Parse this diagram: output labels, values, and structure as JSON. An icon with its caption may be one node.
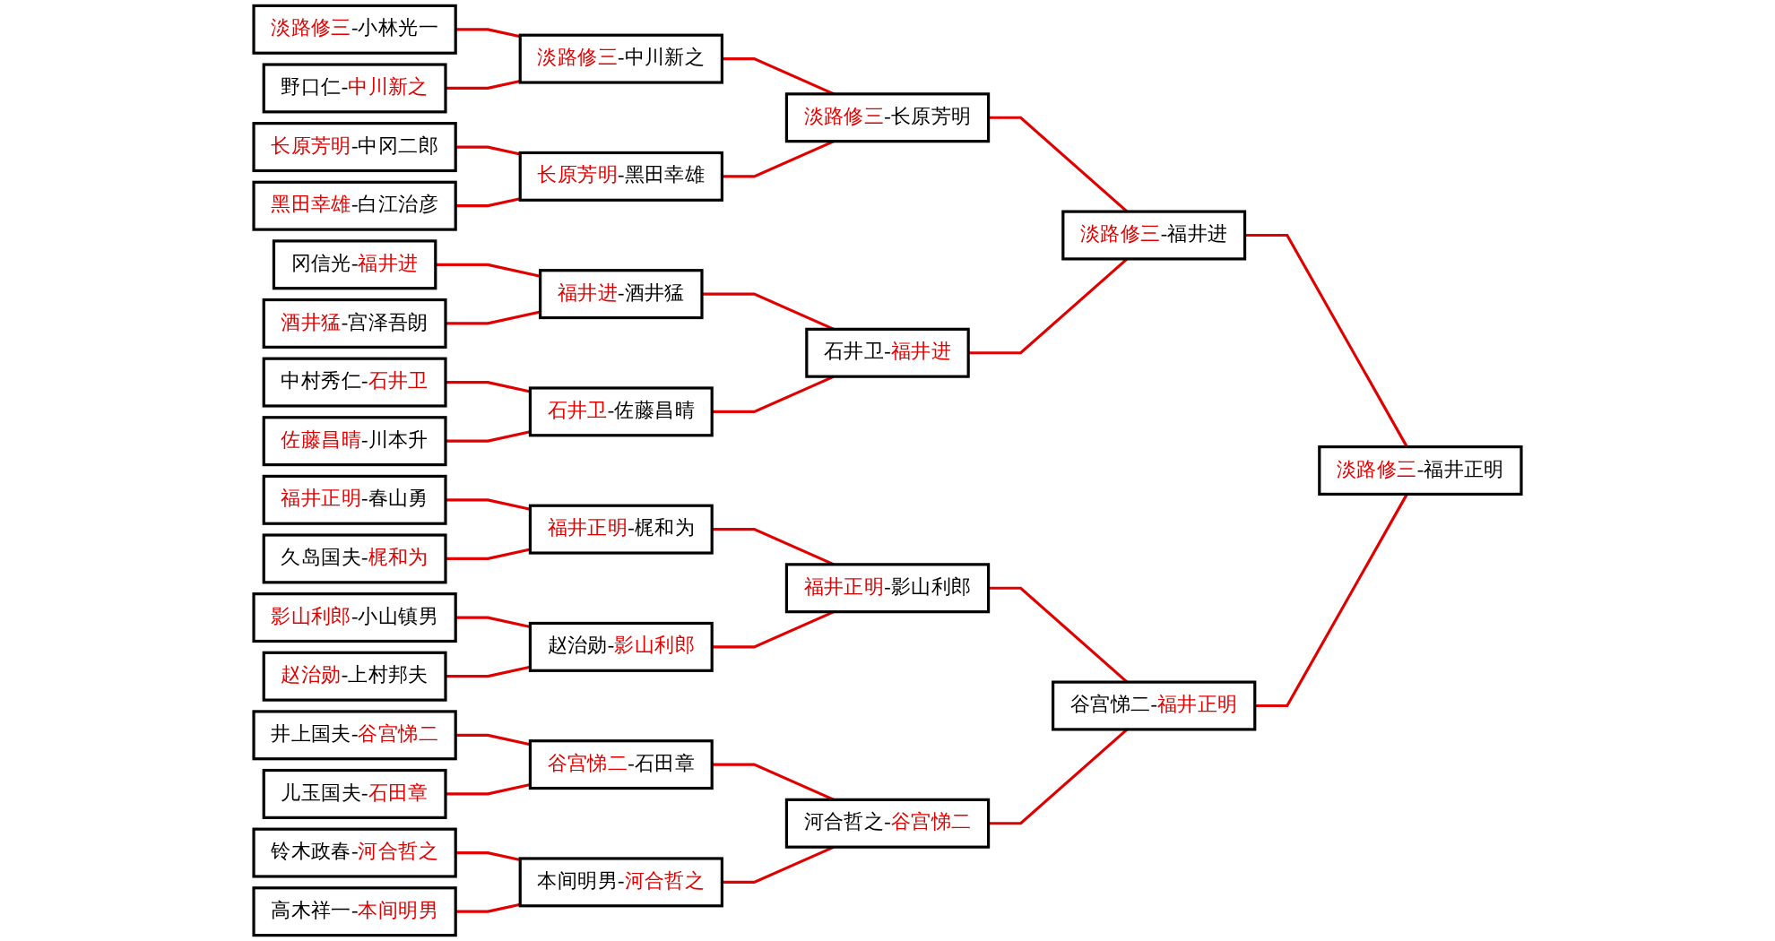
{
  "diagram": {
    "nodes": [
      {
        "text": [
          "淡路修三-小林光一"
        ]
      },
      {
        "text": [
          "野口仁-中川新之"
        ]
      },
      {
        "text": [
          "长原芳明-中冈二郎"
        ]
      },
      {
        "text": [
          "黑田幸雄-白江治彦"
        ]
      },
      {
        "text": [
          "冈信光-福井进"
        ]
      },
      {
        "text": [
          "酒井猛-宫泽吾朗"
        ]
      },
      {
        "text": [
          "中村秀仁-石井卫"
        ]
      },
      {
        "text": [
          "佐藤昌晴-川本升"
        ]
      },
      {
        "text": [
          "福井正明-春山勇"
        ]
      },
      {
        "text": [
          "久岛国夫-梶和为"
        ]
      },
      {
        "text": [
          "影山利郎-小山镇男"
        ]
      },
      {
        "text": [
          "赵治勋-上村邦夫"
        ]
      },
      {
        "text": [
          "井上国夫-谷宫悌二"
        ]
      },
      {
        "text": [
          "儿玉国夫-石田章"
        ]
      },
      {
        "text": [
          "铃木政春-河合哲之"
        ]
      },
      {
        "text": [
          "高木祥一-本间明男"
        ]
      },
      {
        "text": [
          "淡路修三-中川新之"
        ]
      },
      {
        "text": [
          "长原芳明-黑田幸雄"
        ]
      },
      {
        "text": [
          "福井进-酒井猛"
        ]
      },
      {
        "text": [
          "石井卫-佐藤昌晴"
        ]
      },
      {
        "text": [
          "福井正明-梶和为"
        ]
      },
      {
        "text": [
          "赵治勋-影山利郎"
        ]
      },
      {
        "text": [
          "谷宫悌二-石田章"
        ]
      },
      {
        "text": [
          "本间明男-河合哲之"
        ]
      },
      {
        "text": [
          "淡路修三-长原芳明"
        ]
      },
      {
        "text": [
          "石井卫-福井进"
        ]
      },
      {
        "text": [
          "福井正明-影山利郎"
        ]
      },
      {
        "text": [
          "河合哲之-谷宫悌二"
        ]
      },
      {
        "text": [
          "淡路修三-福井进"
        ]
      },
      {
        "text": [
          "谷宫悌二-福井正明"
        ]
      },
      {
        "text": [
          "淡路修三-福井正明"
        ]
      }
    ],
    "edges": [
      {
        "from": 0,
        "to": 16,
        "arrow": "none"
      },
      {
        "from": 1,
        "to": 16,
        "arrow": "none"
      },
      {
        "from": 2,
        "to": 17,
        "arrow": "none"
      },
      {
        "from": 3,
        "to": 17,
        "arrow": "none"
      },
      {
        "from": 4,
        "to": 18,
        "arrow": "none"
      },
      {
        "from": 5,
        "to": 18,
        "arrow": "none"
      },
      {
        "from": 6,
        "to": 19,
        "arrow": "none"
      },
      {
        "from": 7,
        "to": 19,
        "arrow": "none"
      },
      {
        "from": 8,
        "to": 20,
        "arrow": "none"
      },
      {
        "from": 9,
        "to": 20,
        "arrow": "none"
      },
      {
        "from": 10,
        "to": 21,
        "arrow": "none"
      },
      {
        "from": 11,
        "to": 21,
        "arrow": "none"
      },
      {
        "from": 12,
        "to": 22,
        "arrow": "none"
      },
      {
        "from": 13,
        "to": 22,
        "arrow": "none"
      },
      {
        "from": 14,
        "to": 23,
        "arrow": "none"
      },
      {
        "from": 15,
        "to": 23,
        "arrow": "none"
      },
      {
        "from": 16,
        "to": 24,
        "arrow": "none"
      },
      {
        "from": 17,
        "to": 24,
        "arrow": "none"
      },
      {
        "from": 18,
        "to": 25,
        "arrow": "none"
      },
      {
        "from": 19,
        "to": 25,
        "arrow": "none"
      },
      {
        "from": 20,
        "to": 26,
        "arrow": "none"
      },
      {
        "from": 21,
        "to": 26,
        "arrow": "none"
      },
      {
        "from": 22,
        "to": 27,
        "arrow": "none"
      },
      {
        "from": 23,
        "to": 27,
        "arrow": "none"
      },
      {
        "from": 24,
        "to": 28,
        "arrow": "none"
      },
      {
        "from": 25,
        "to": 28,
        "arrow": "none"
      },
      {
        "from": 26,
        "to": 29,
        "arrow": "none"
      },
      {
        "from": 27,
        "to": 29,
        "arrow": "none"
      },
      {
        "from": 28,
        "to": 30,
        "arrow": "none"
      },
      {
        "from": 29,
        "to": 30,
        "arrow": "none"
      }
    ]
  }
}
